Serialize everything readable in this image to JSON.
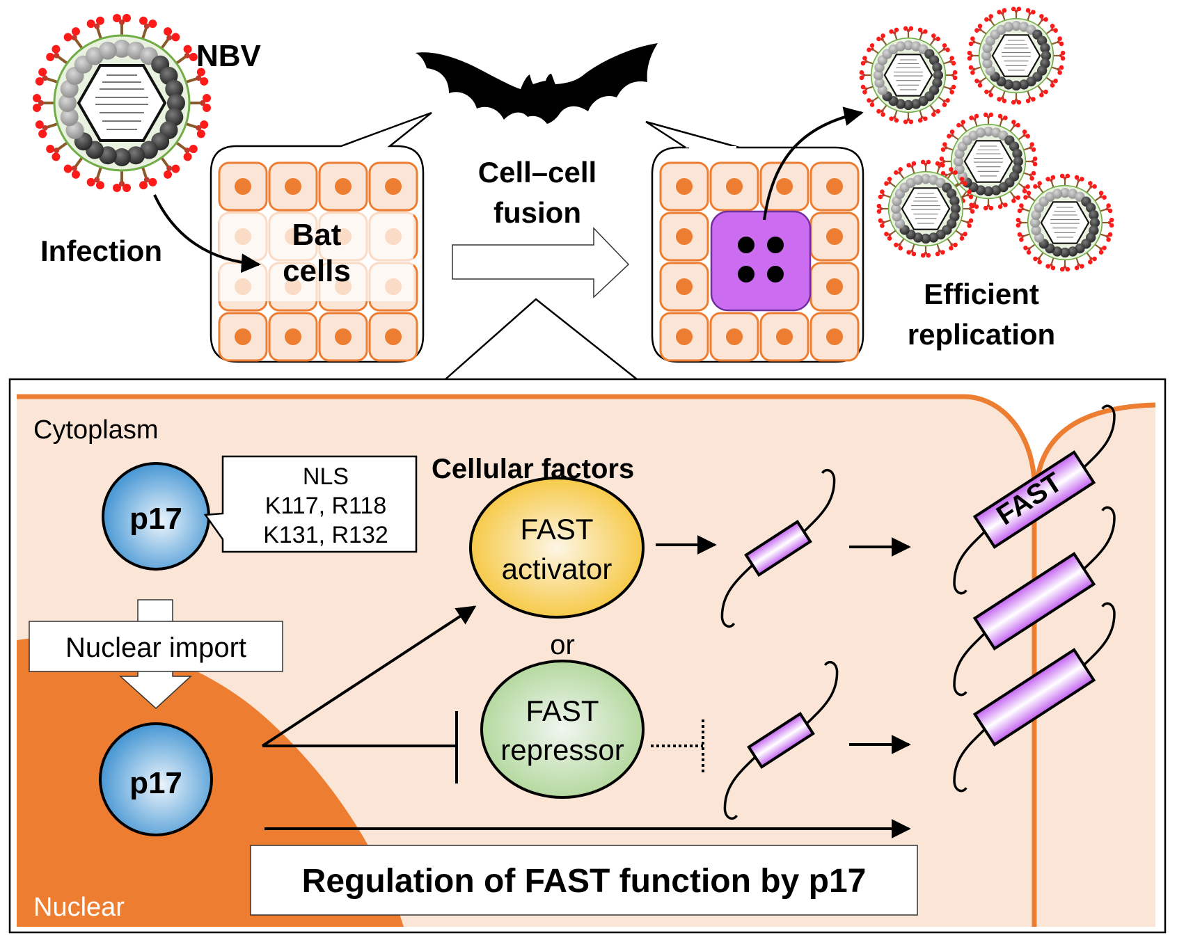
{
  "figure": {
    "title": "NBV p17 regulation of FAST-mediated cell–cell fusion in bat cells",
    "colors": {
      "orange": "#ED7D31",
      "cell_fill": "#FBE5D6",
      "syncytium_purple": "#CC6CF0",
      "syncytium_border": "#7030A0",
      "p17_blue": "#3A8FD0",
      "activator_yellow": "#F5C533",
      "repressor_green": "#B5D8A0",
      "fast_purple": "#C466F0",
      "spike_red": "#FF1A1A",
      "envelope_green": "#70AD47"
    }
  },
  "top_panel": {
    "virus_label": "NBV",
    "infection_label": "Infection",
    "bat_cells_label_line1": "Bat",
    "bat_cells_label_line2": "cells",
    "fusion_label_line1": "Cell–cell",
    "fusion_label_line2": "fusion",
    "replication_label_line1": "Efficient",
    "replication_label_line2": "replication",
    "progeny_virus_count": 5
  },
  "bottom_panel": {
    "cytoplasm_label": "Cytoplasm",
    "nuclear_label": "Nuclear",
    "p17_label": "p17",
    "nls_box": {
      "line1": "NLS",
      "line2": "K117, R118",
      "line3": "K131, R132"
    },
    "nuclear_import_label": "Nuclear import",
    "cellular_factors_label": "Cellular factors",
    "activator_line1": "FAST",
    "activator_line2": "activator",
    "or_label": "or",
    "repressor_line1": "FAST",
    "repressor_line2": "repressor",
    "fast_label": "FAST",
    "summary_label": "Regulation of FAST function by p17"
  }
}
